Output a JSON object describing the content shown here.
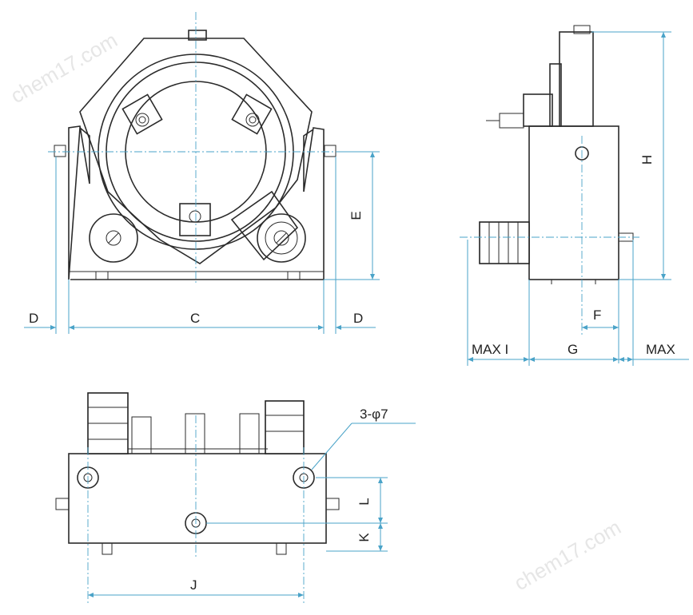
{
  "watermarks": [
    "chem17.com",
    "chem17.com"
  ],
  "front_view": {
    "dim_left_d": "D",
    "dim_c": "C",
    "dim_right_d": "D",
    "dim_e": "E"
  },
  "side_view": {
    "dim_h": "H",
    "dim_f": "F",
    "dim_max_left": "MAX I",
    "dim_g": "G",
    "dim_max_right": "MAX"
  },
  "top_view": {
    "hole_callout": "3-φ7",
    "dim_j": "J",
    "dim_l": "L",
    "dim_k": "K"
  },
  "colors": {
    "outline": "#2b2b2b",
    "dimension": "#4aa3c8"
  }
}
